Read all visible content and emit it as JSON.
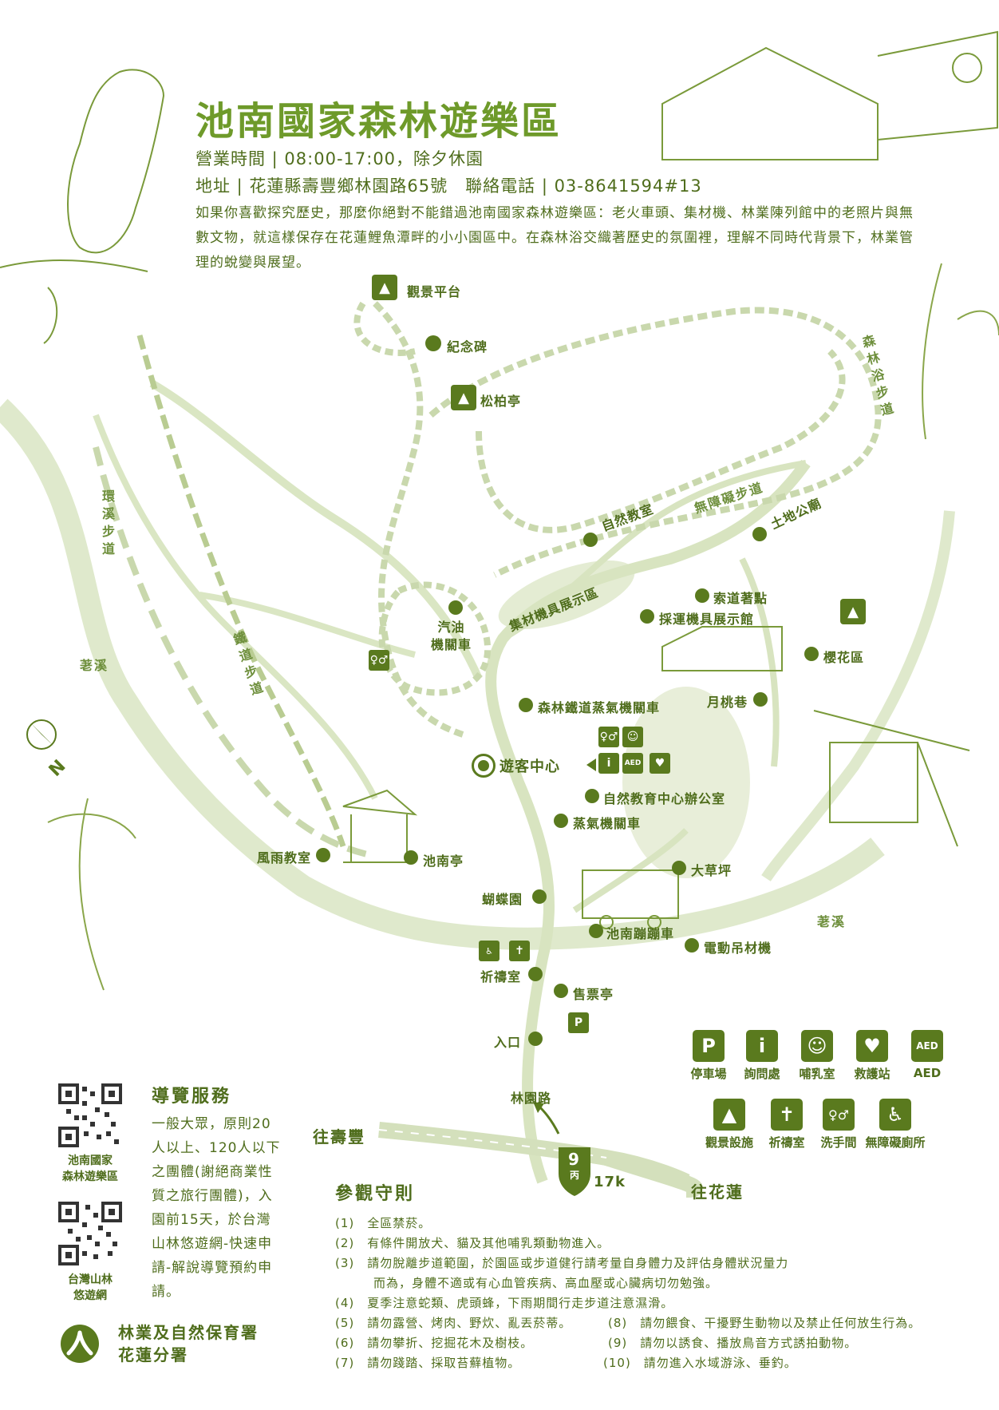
{
  "header": {
    "title": "池南國家森林遊樂區",
    "hours": "營業時間 | 08:00-17:00，除夕休園",
    "address": "地址 | 花蓮縣壽豐鄉林園路65號　聯絡電話 | 03-8641594#13",
    "intro": "如果你喜歡探究歷史，那麼你絕對不能錯過池南國家森林遊樂區：老火車頭、集材機、林業陳列館中的老照片與無數文物，就這樣保存在花蓮鯉魚潭畔的小小園區中。在森林浴交織著歷史的氛圍裡，理解不同時代背景下，林業管理的蛻變與展望。"
  },
  "map": {
    "points": {
      "viewing_platform": "觀景平台",
      "monument": "紀念碑",
      "pine_pavilion": "松柏亭",
      "nature_classroom": "自然教室",
      "earth_god_temple": "土地公廟",
      "cable_anchor": "索道著點",
      "logging_machine_hall": "採運機具展示館",
      "cherry_area": "櫻花區",
      "moon_peach_lane": "月桃巷",
      "gas_locomotive": "汽油\n機關車",
      "steam_locomotive_forest": "森林鐵道蒸氣機關車",
      "visitor_center": "遊客中心",
      "nature_center_office": "自然教育中心辦公室",
      "steam_locomotive": "蒸氣機關車",
      "lawn": "大草坪",
      "butterfly_garden": "蝴蝶園",
      "chinan_train": "池南蹦蹦車",
      "electric_crane": "電動吊材機",
      "prayer_room": "祈禱室",
      "ticket_booth": "售票亭",
      "entrance": "入口",
      "wind_rain_classroom": "風雨教室",
      "chinan_pavilion": "池南亭"
    },
    "trails": {
      "forest_bath": "森林浴步道",
      "barrier_free": "無障礙步道",
      "stream_loop": "環溪步道",
      "railway": "鐵道步道",
      "collector_exhibit": "集材機具展示區"
    },
    "streams": {
      "left": "荖溪",
      "right": "荖溪"
    },
    "roads": {
      "to_shoufeng": "往壽豐",
      "to_hualien": "往花蓮",
      "forest_road": "林園路",
      "route_number": "9",
      "route_suffix": "丙",
      "km": "17k"
    },
    "compass": "N"
  },
  "legend": [
    {
      "icon": "parking-icon",
      "glyph": "P",
      "label": "停車場"
    },
    {
      "icon": "info-icon",
      "glyph": "i",
      "label": "詢問處"
    },
    {
      "icon": "nursing-room-icon",
      "glyph": "☺",
      "label": "哺乳室"
    },
    {
      "icon": "first-aid-icon",
      "glyph": "♥",
      "label": "救護站"
    },
    {
      "icon": "aed-icon",
      "glyph": "AED",
      "label": "AED"
    },
    {
      "icon": "viewpoint-icon",
      "glyph": "▲",
      "label": "觀景設施"
    },
    {
      "icon": "prayer-icon",
      "glyph": "✝",
      "label": "祈禱室"
    },
    {
      "icon": "restroom-icon",
      "glyph": "♀♂",
      "label": "洗手間"
    },
    {
      "icon": "accessible-toilet-icon",
      "glyph": "♿",
      "label": "無障礙廁所"
    }
  ],
  "guide": {
    "title": "導覽服務",
    "text": "一般大眾，原則20人以上、120人以下之團體(謝絕商業性質之旅行團體)，入園前15天，於台灣山林悠遊網-快速申請-解說導覽預約申請。",
    "qr1_caption": "池南國家\n森林遊樂區",
    "qr2_caption": "台灣山林\n悠遊網"
  },
  "rules": {
    "title": "參觀守則",
    "left": [
      "(1)　全區禁菸。",
      "(2)　有條件開放犬、貓及其他哺乳類動物進入。",
      "(3)　請勿脫離步道範圍，於園區或步道健行請考量自身體力及評估身體狀況量力",
      "　　　而為，身體不適或有心血管疾病、高血壓或心臟病切勿勉強。",
      "(4)　夏季注意蛇類、虎頭蜂，下雨期間行走步道注意濕滑。",
      "(5)　請勿露營、烤肉、野炊、亂丟菸蒂。",
      "(6)　請勿攀折、挖掘花木及樹枝。",
      "(7)　請勿踐踏、採取苔蘚植物。"
    ],
    "right": [
      "(8)　請勿餵食、干擾野生動物以及禁止任何放生行為。",
      "(9)　請勿以誘食、播放鳥音方式誘拍動物。",
      "(10)　請勿進入水域游泳、垂釣。"
    ]
  },
  "agency": {
    "line1": "林業及自然保育署",
    "line2": "花蓮分署"
  },
  "colors": {
    "primary": "#5a7a1e",
    "title": "#6e9a2a",
    "path": "#d8e4c0",
    "dash": "#c9d8ad"
  }
}
